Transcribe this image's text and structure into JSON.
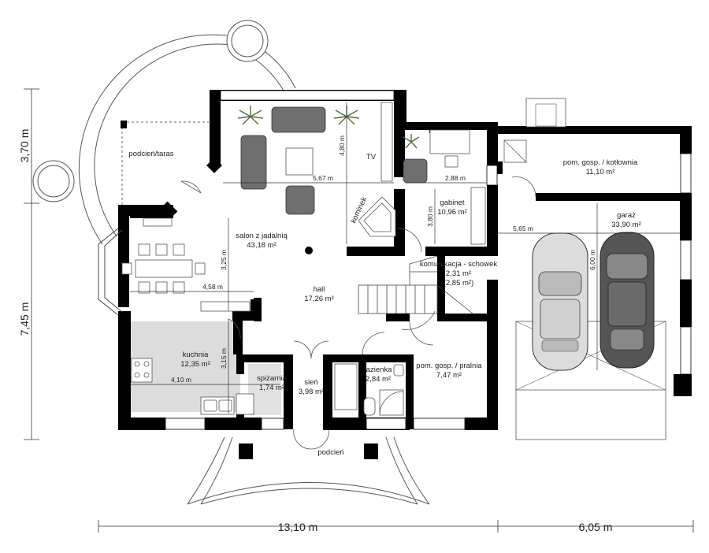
{
  "rooms": {
    "podcien_taras": {
      "name": "podcień/taras"
    },
    "salon": {
      "name": "salon z jadalnią",
      "area": "43,18 m²"
    },
    "hall": {
      "name": "hall",
      "area": "17,26 m²"
    },
    "gabinet": {
      "name": "gabinet",
      "area": "10,96 m²"
    },
    "kotlownia": {
      "name": "pom. gosp. / kotłownia",
      "area": "11,10 m²"
    },
    "garaz": {
      "name": "garaż",
      "area": "33,90 m²"
    },
    "komunikacja": {
      "name": "komunikacja - schowek",
      "area": "2,31 m²",
      "area2": "(2,85 m²)"
    },
    "kuchnia": {
      "name": "kuchnia",
      "area": "12,35 m²"
    },
    "spizarnia": {
      "name": "spiżarnia",
      "area": "1,74 m²"
    },
    "sien": {
      "name": "sień",
      "area": "3,98 m²"
    },
    "lazienka": {
      "name": "łazienka",
      "area": "2,84 m²"
    },
    "pralnia": {
      "name": "pom. gosp. / pralnia",
      "area": "7,47 m²"
    },
    "podcien": {
      "name": "podcień"
    }
  },
  "furniture_labels": {
    "tv": "TV",
    "kominek": "kominek"
  },
  "dimensions": {
    "salon_width": "5,67 m",
    "salon_height": "4,80 m",
    "gabinet_width": "2,88 m",
    "gabinet_height": "3,80 m",
    "dining_width": "4,58 m",
    "dining_height": "3,25 m",
    "kitchen_width": "4,10 m",
    "kitchen_height": "3,15 m",
    "garage_width": "5,65 m",
    "garage_height": "6,00 m",
    "overall_width_main": "13,10 m",
    "overall_width_garage": "6,05 m",
    "overall_height_terrace": "3,70 m",
    "overall_height_main": "7,45 m"
  },
  "colors": {
    "wall": "#000000",
    "floor_highlight": "#dcdcdc",
    "furniture": "#6f6f6f",
    "plant": "#4f6f3f"
  }
}
